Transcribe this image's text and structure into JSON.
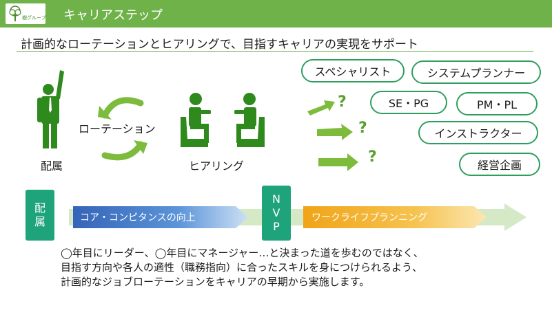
{
  "header": {
    "title": "キャリアステップ",
    "logo_text": "樹グループ"
  },
  "subtitle": "計画的なローテーションとヒアリングで、目指すキャリアの実現をサポート",
  "labels": {
    "assignment": "配属",
    "rotation": "ローテーション",
    "hearing": "ヒアリング"
  },
  "question_mark": "?",
  "careers": {
    "specialist": "スペシャリスト",
    "system_planner": "システムプランナー",
    "se_pg": "SE・PG",
    "pm_pl": "PM・PL",
    "instructor": "インストラクター",
    "management": "経営企画"
  },
  "flow": {
    "start_chars": [
      "配",
      "属"
    ],
    "core_competence": "コア・コンピタンスの向上",
    "nvp_chars": [
      "N",
      "V",
      "P"
    ],
    "work_life": "ワークライフプランニング"
  },
  "description": [
    "◯年目にリーダー、◯年目にマネージャー…と決まった道を歩むのではなく、",
    "目指す方向や各人の適性（職務指向）に合ったスキルを身につけられるよう、",
    "計画的なジョブローテーションをキャリアの早期から実施します。"
  ],
  "colors": {
    "header_green": "#6fb24a",
    "figure_green": "#2f8a1e",
    "pill_border": "#2e9e5e",
    "nvp_teal": "#1fa37a",
    "bar_blue": "#3f76c8",
    "bar_orange": "#f2a81c"
  }
}
